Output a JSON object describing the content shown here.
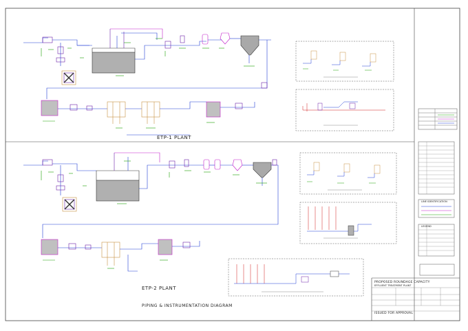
{
  "labels": {
    "etp1_plant": "ETP-1 PLANT",
    "etp2_plant": "ETP-2 PLANT",
    "drawing_title": "PIPING & INSTRUMENTATION DIAGRAM",
    "tb_project": "PROPOSED ROUNDAGE CAPACITY",
    "tb_project2": "EFFLUENT TREATMENT PLANT",
    "tb_issue": "ISSUED FOR APPROVAL",
    "legend_title": "LINE IDENTIFICATION",
    "valve_title": "LEGEND"
  },
  "colors": {
    "process": "#1f3bd6",
    "air": "#c21fc9",
    "instrument": "#18a000",
    "equipment": "#6b1fa8",
    "tank_fill": "#9a9a9a",
    "red": "#d01818",
    "frame": "#444444"
  }
}
